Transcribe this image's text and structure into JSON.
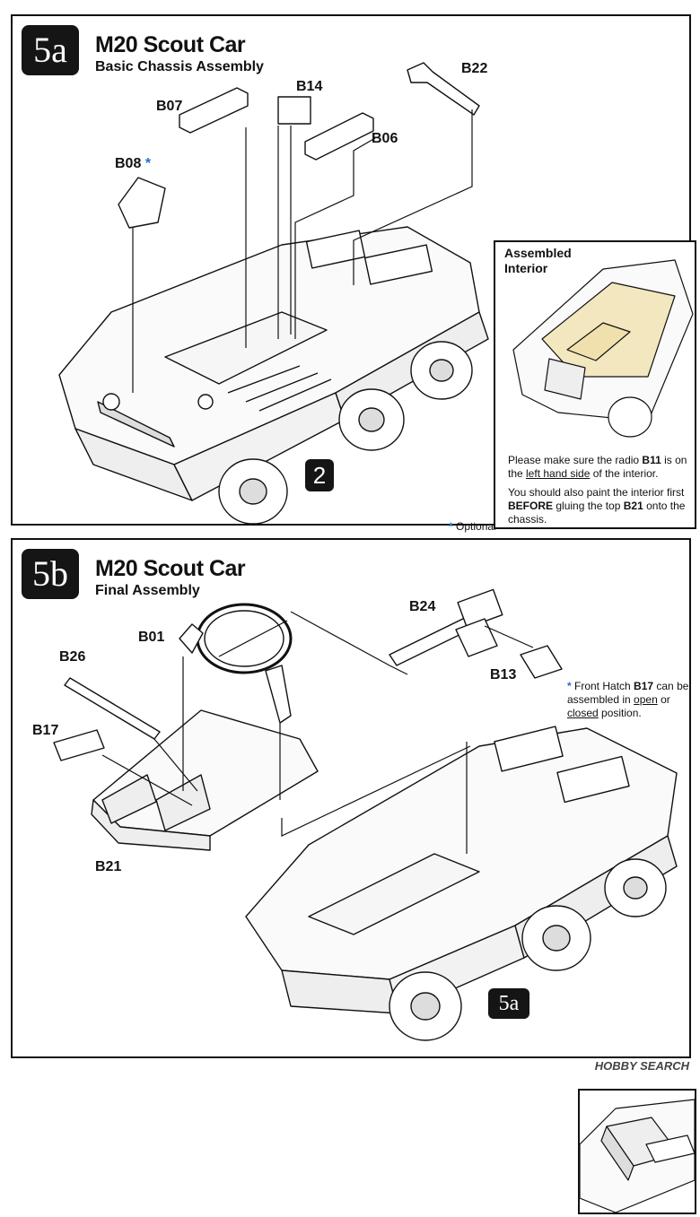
{
  "step_a": {
    "badge": "5a",
    "title": "M20 Scout Car",
    "subtitle": "Basic Chassis Assembly",
    "parts": {
      "b07": "B07",
      "b14": "B14",
      "b22": "B22",
      "b08": "B08",
      "b08_star": "*",
      "b06": "B06"
    },
    "ref_badge": "2",
    "optional_star": "*",
    "optional_text": "Optional",
    "inset": {
      "title_line1": "Assembled",
      "title_line2": "Interior",
      "note1_a": "Please make sure the radio ",
      "note1_b": "B11",
      "note1_c": " is on the ",
      "note1_d": "left hand side",
      "note1_e": " of the interior.",
      "note2_a": "You should also paint the interior first ",
      "note2_b": "BEFORE",
      "note2_c": " gluing the top ",
      "note2_d": "B21",
      "note2_e": " onto the chassis."
    }
  },
  "step_b": {
    "badge": "5b",
    "title": "M20 Scout Car",
    "subtitle": "Final Assembly",
    "parts": {
      "b01": "B01",
      "b24": "B24",
      "b26": "B26",
      "b13": "B13",
      "b17": "B17",
      "b21": "B21"
    },
    "ref_badge": "5a",
    "inset_note": {
      "star": "*",
      "a": " Front Hatch ",
      "b": "B17",
      "c": " can be assembled in ",
      "d": "open",
      "e": " or ",
      "f": "closed",
      "g": " position."
    }
  },
  "watermark": "HOBBY SEARCH",
  "colors": {
    "badge_bg": "#151515",
    "interior_highlight": "#f3e7bf",
    "optional_star": "#1f6fd6"
  }
}
